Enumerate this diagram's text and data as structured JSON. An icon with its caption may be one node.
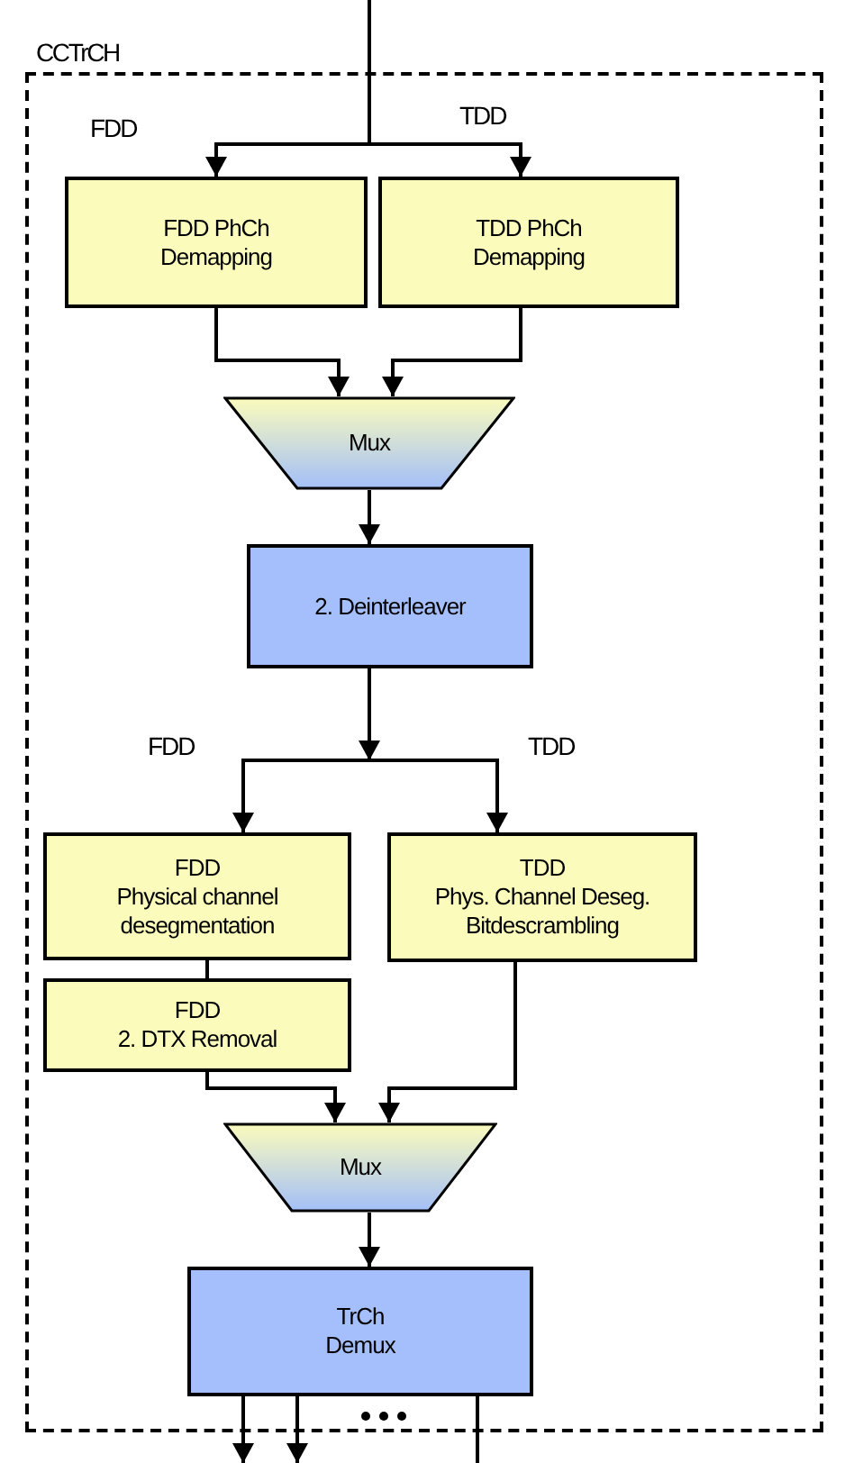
{
  "diagram": {
    "nodes": [
      {
        "text": [
          "CCTrCH"
        ]
      },
      {
        "text": [
          "FDD PhCh Demapping"
        ],
        "in": 0
      },
      {
        "text": [
          "TDD PhCh Demapping"
        ],
        "in": 0
      },
      {
        "text": [
          "Mux"
        ],
        "in": 0
      },
      {
        "text": [
          "2. Deinterleaver"
        ],
        "in": 0
      },
      {
        "text": [
          "FDD",
          "Physical channel desegmentation"
        ],
        "in": 0
      },
      {
        "text": [
          "TDD",
          "Phys. Channel Deseg. Bitdescrambling"
        ],
        "in": 0
      },
      {
        "text": [
          "FDD",
          "2. DTX Removal"
        ],
        "in": 0
      },
      {
        "text": [
          "Mux"
        ],
        "in": 0
      },
      {
        "text": [
          "TrCh Demux"
        ],
        "in": 0
      }
    ],
    "edges": [
      {
        "from": null,
        "to": 1,
        "arrow": "to"
      },
      {
        "from": null,
        "to": 2,
        "arrow": "to"
      },
      {
        "from": 1,
        "to": 3,
        "arrow": "to"
      },
      {
        "from": 2,
        "to": 3,
        "arrow": "to"
      },
      {
        "from": 3,
        "to": 4,
        "arrow": "to"
      },
      {
        "from": 4,
        "to": 5,
        "arrow": "to"
      },
      {
        "from": 4,
        "to": 6,
        "arrow": "to"
      },
      {
        "from": 5,
        "to": 7,
        "arrow": "none"
      },
      {
        "from": 7,
        "to": 8,
        "arrow": "to"
      },
      {
        "from": 6,
        "to": 8,
        "arrow": "to"
      },
      {
        "from": 8,
        "to": 9,
        "arrow": "to"
      },
      {
        "from": 9,
        "to": null,
        "arrow": "to"
      },
      {
        "from": 9,
        "to": null,
        "arrow": "to"
      },
      {
        "from": 9,
        "to": null,
        "arrow": "none"
      }
    ],
    "labels": [
      "FDD",
      "TDD",
      "FDD",
      "TDD"
    ]
  }
}
